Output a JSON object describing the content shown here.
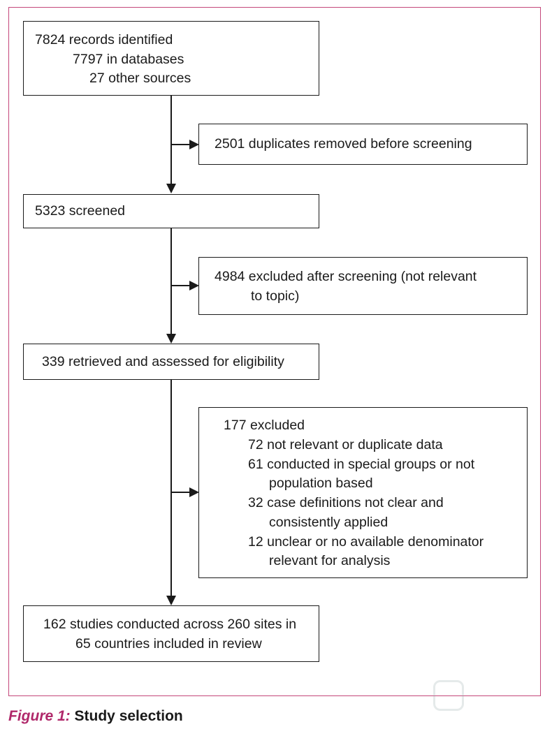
{
  "boxes": {
    "identified": {
      "line1": "7824 records identified",
      "line2": "7797 in databases",
      "line3": "27 other sources"
    },
    "duplicates": {
      "line1": "2501 duplicates removed before screening"
    },
    "screened": {
      "line1": "5323 screened"
    },
    "excluded_screening": {
      "line1": "4984 excluded after screening (not relevant",
      "line2": "to topic)"
    },
    "retrieved": {
      "line1": "339 retrieved and assessed for eligibility"
    },
    "excluded_eligibility": {
      "line1": "177 excluded",
      "line2": "72 not relevant or duplicate data",
      "line3": "61 conducted in special groups or not",
      "line4": "population based",
      "line5": "32 case definitions not clear and",
      "line6": "consistently applied",
      "line7": "12 unclear or no available denominator",
      "line8": "relevant for analysis"
    },
    "included": {
      "line1": "162 studies conducted across 260 sites in",
      "line2": "65 countries included in review"
    }
  },
  "caption": {
    "figure_label": "Figure 1:",
    "title": "Study selection"
  },
  "colors": {
    "frame": "#c4477a",
    "figure_label": "#b0286a",
    "ink": "#1a1a1a"
  }
}
